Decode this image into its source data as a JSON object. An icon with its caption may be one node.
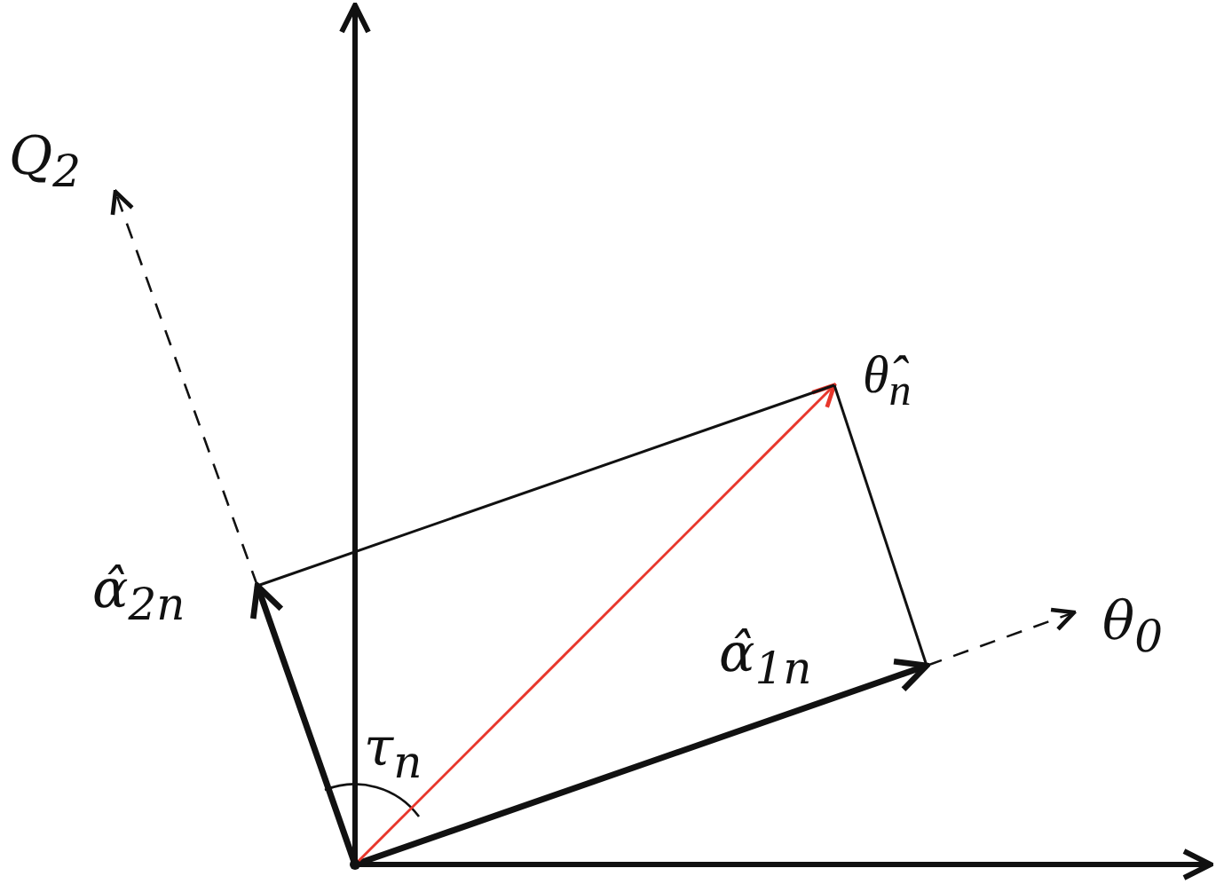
{
  "diagram": {
    "nodes": [
      {
        "text": [
          "θ̂$_{n}$"
        ]
      },
      {
        "text": [
          "α̂$_{1n}$"
        ]
      },
      {
        "text": [
          "α̂$_{2n}$"
        ]
      },
      {
        "text": [
          "Q$_{2}$"
        ]
      },
      {
        "text": [
          "θ$_{0}$"
        ]
      },
      {
        "text": [],
        "shape": "point"
      }
    ],
    "edges": [
      {
        "from": 5,
        "to": 1,
        "arrow": "to",
        "style": "thick"
      },
      {
        "from": 5,
        "to": 2,
        "arrow": "to",
        "style": "thick"
      },
      {
        "from": 5,
        "to": 0,
        "arrow": "to",
        "color": "#e8372c"
      },
      {
        "from": 2,
        "to": 0,
        "arrow": "none"
      },
      {
        "from": 1,
        "to": 0,
        "arrow": "none"
      },
      {
        "from": 2,
        "to": 3,
        "arrow": "to",
        "style": "dashed"
      },
      {
        "from": 1,
        "to": 4,
        "arrow": "to",
        "style": "dashed"
      }
    ],
    "labels": [
      "τ$_{n}$"
    ]
  }
}
